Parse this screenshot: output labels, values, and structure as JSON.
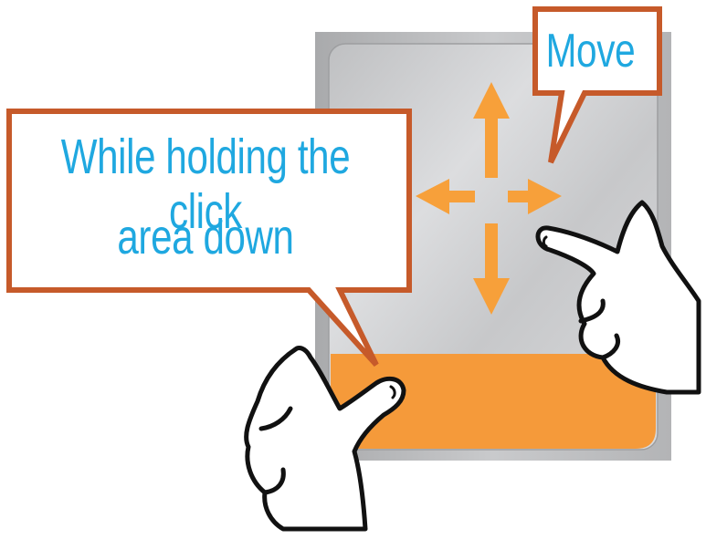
{
  "callouts": {
    "move": "Move",
    "hold_line1": "While holding the click",
    "hold_line2": "area down"
  },
  "colors": {
    "callout_border": "#c65a2a",
    "callout_text": "#1fa8e0",
    "arrow_fill": "#f7a03a",
    "click_area": "#f59a3a",
    "touchpad": "#cfd0d1"
  },
  "icons": [
    "four-way-arrow-icon",
    "pointing-hand-icon",
    "pressing-hand-icon"
  ]
}
